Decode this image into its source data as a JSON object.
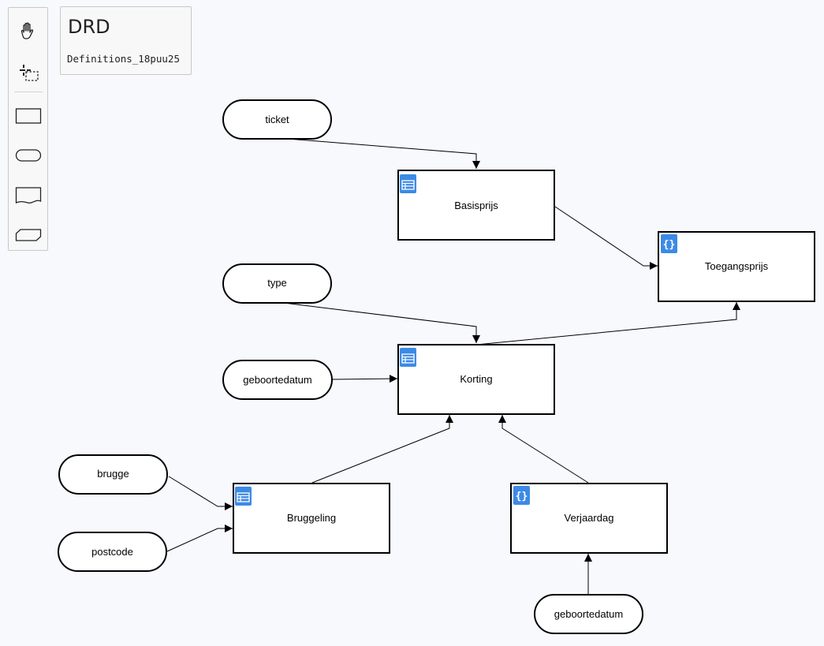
{
  "definitions": {
    "title": "DRD",
    "id": "Definitions_18puu25"
  },
  "palette": {
    "tools": [
      {
        "name": "hand-tool",
        "icon": "hand-icon"
      },
      {
        "name": "lasso-tool",
        "icon": "lasso-icon"
      },
      {
        "name": "create-decision",
        "icon": "decision-rect-icon"
      },
      {
        "name": "create-input-data",
        "icon": "input-data-icon"
      },
      {
        "name": "create-knowledge-source",
        "icon": "knowledge-source-icon"
      },
      {
        "name": "create-business-knowledge-model",
        "icon": "bkm-icon"
      }
    ]
  },
  "diagram": {
    "inputs": {
      "ticket": "ticket",
      "type": "type",
      "geboortedatum1": "geboortedatum",
      "brugge": "brugge",
      "postcode": "postcode",
      "geboortedatum2": "geboortedatum"
    },
    "decisions": {
      "basisprijs": {
        "label": "Basisprijs",
        "icon": "decision-table-icon"
      },
      "toegangsprijs": {
        "label": "Toegangsprijs",
        "icon": "literal-expression-icon"
      },
      "korting": {
        "label": "Korting",
        "icon": "decision-table-icon"
      },
      "bruggeling": {
        "label": "Bruggeling",
        "icon": "decision-table-icon"
      },
      "verjaardag": {
        "label": "Verjaardag",
        "icon": "literal-expression-icon"
      }
    },
    "colors": {
      "icon_blue": "#3c8ae6",
      "stroke": "#000000"
    }
  }
}
